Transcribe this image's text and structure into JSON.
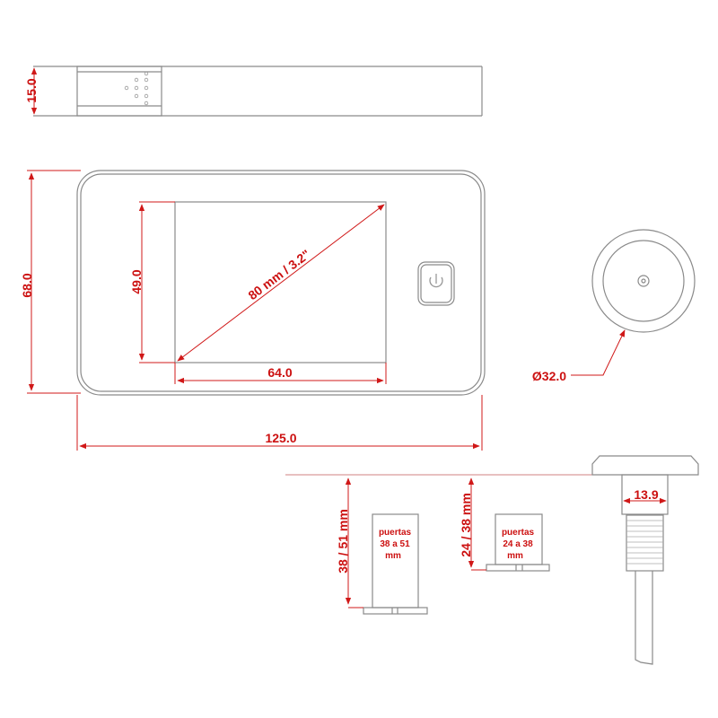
{
  "dimensions": {
    "thickness": "15.0",
    "height": "68.0",
    "width": "125.0",
    "screen_height": "49.0",
    "screen_width": "64.0",
    "screen_diagonal": "80 mm / 3.2\"",
    "lens_diameter": "Ø32.0",
    "neck_diameter": "13.9",
    "door_range_long": "38 / 51 mm",
    "door_range_short": "24 / 38 mm"
  },
  "labels": {
    "long_cylinder": [
      "puertas",
      "38 a 51",
      "mm"
    ],
    "short_cylinder": [
      "puertas",
      "24 a 38",
      "mm"
    ]
  },
  "icons": [
    "power-icon"
  ],
  "colors": {
    "outline": "#8a8a8a",
    "dimension": "#d01818"
  }
}
